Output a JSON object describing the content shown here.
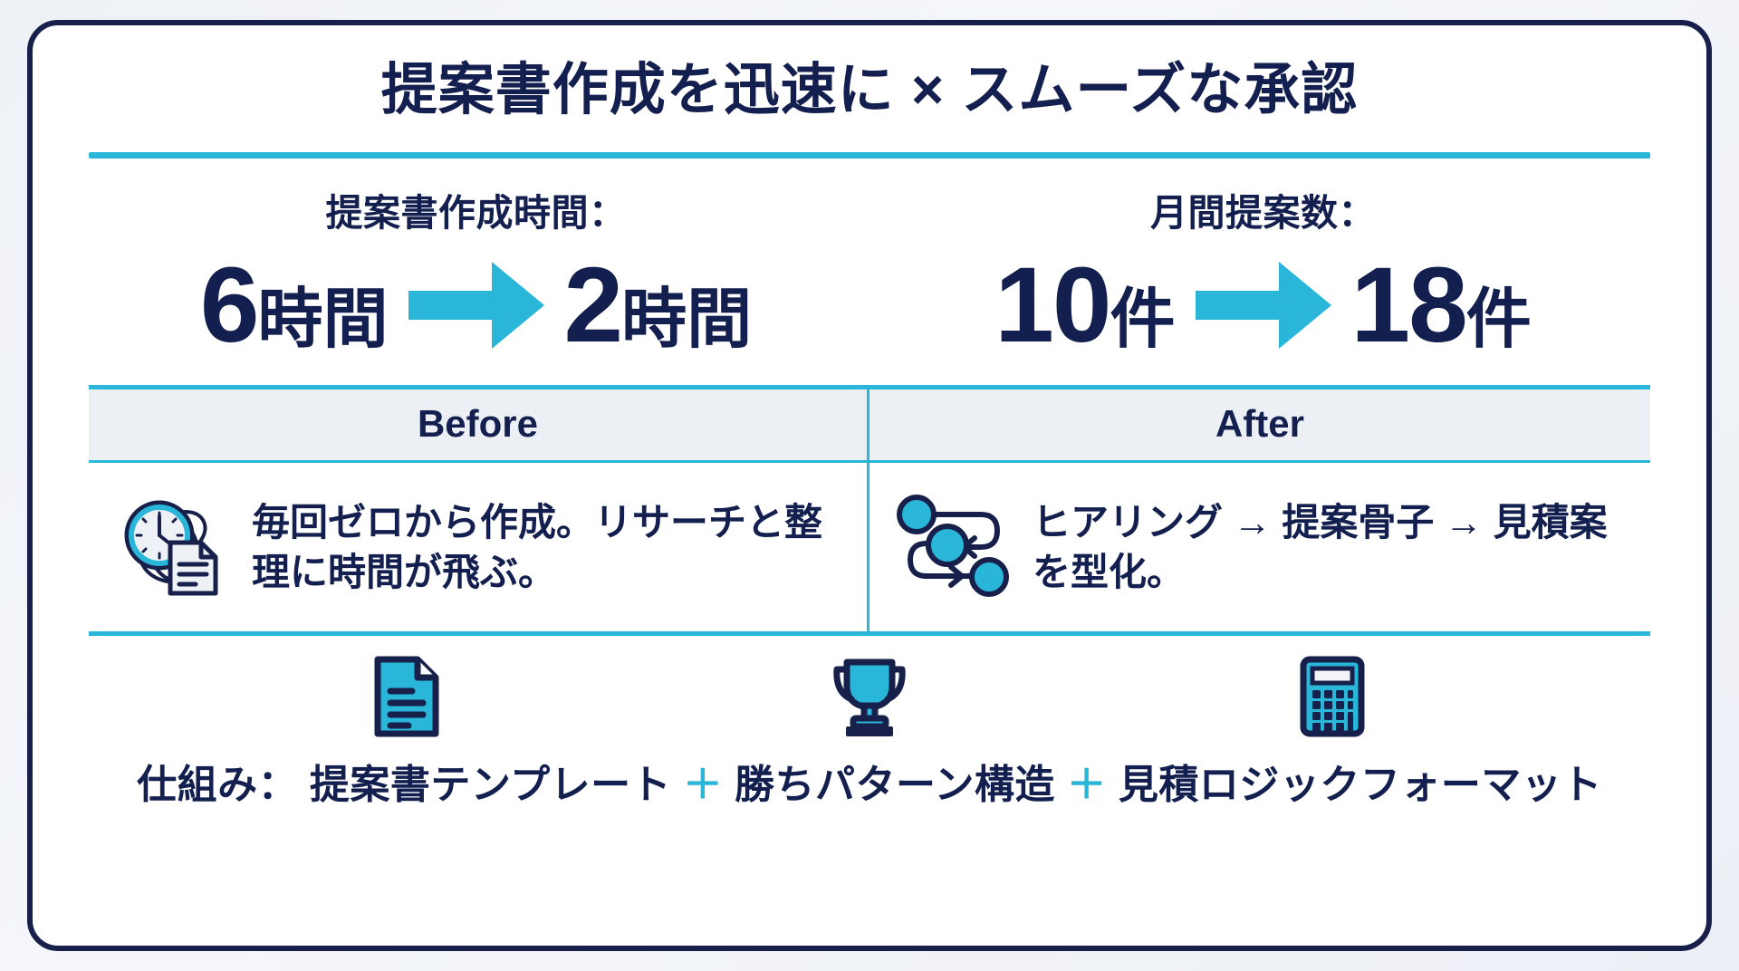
{
  "theme": {
    "navy": "#131f4e",
    "border_navy": "#16204a",
    "cyan": "#2ab6d9",
    "card_bg": "#ffffff",
    "page_bg": "#eef1f6",
    "table_head_bg": "#eceff4"
  },
  "title": "提案書作成を迅速に × スムーズな承認",
  "stats": [
    {
      "label": "提案書作成時間：",
      "before_value": "6",
      "before_unit": "時間",
      "after_value": "2",
      "after_unit": "時間",
      "arrow_icon": "right-arrow-icon"
    },
    {
      "label": "月間提案数：",
      "before_value": "10",
      "before_unit": "件",
      "after_value": "18",
      "after_unit": "件",
      "arrow_icon": "right-arrow-icon"
    }
  ],
  "comparison": {
    "headers": [
      "Before",
      "After"
    ],
    "rows": [
      {
        "icon": "clock-document-icon",
        "text": "毎回ゼロから作成。リサーチと整理に時間が飛ぶ。"
      },
      {
        "icon": "workflow-nodes-icon",
        "text": "ヒアリング → 提案骨子 → 見積案を型化。"
      }
    ]
  },
  "footer": {
    "icons": [
      "document-icon",
      "trophy-icon",
      "calculator-icon"
    ],
    "prefix": "仕組み：",
    "items": [
      "提案書テンプレート",
      "勝ちパターン構造",
      "見積ロジックフォーマット"
    ],
    "separator": "＋"
  }
}
